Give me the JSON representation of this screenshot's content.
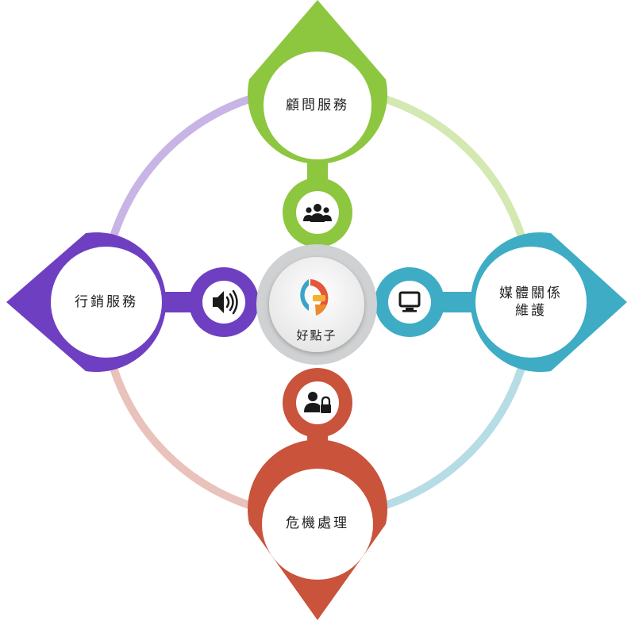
{
  "center": {
    "label": "好點子",
    "logo_colors": [
      "#3ba3c9",
      "#e4573a",
      "#f2b233"
    ]
  },
  "nodes": {
    "top": {
      "label": "顧問服務",
      "icon": "users-icon",
      "color": "#8dc63f"
    },
    "right": {
      "label_line1": "媒體關係",
      "label_line2": "維護",
      "icon": "monitor-icon",
      "color": "#3eacc4"
    },
    "bottom": {
      "label": "危機處理",
      "icon": "user-lock-icon",
      "color": "#c9533b"
    },
    "left": {
      "label": "行銷服務",
      "icon": "speaker-icon",
      "color": "#6f3fc2"
    }
  },
  "ring_colors": {
    "top_right": "#d4e9b2",
    "bottom_right": "#b6dde6",
    "bottom_left": "#e9c2bb",
    "top_left": "#c9b4e6"
  }
}
